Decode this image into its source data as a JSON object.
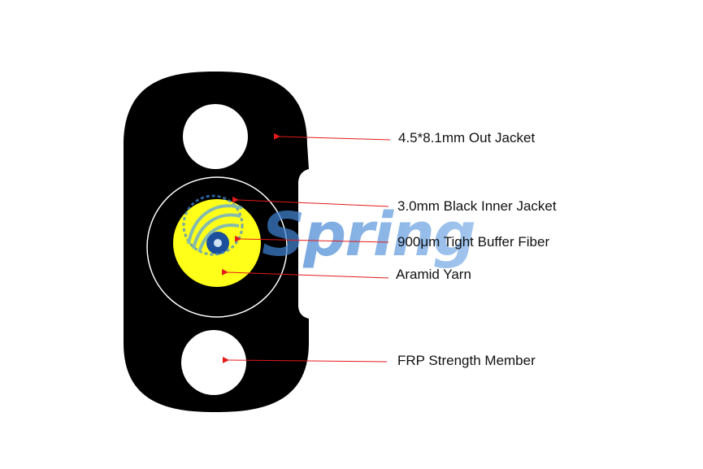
{
  "labels": {
    "out_jacket": "4.5*8.1mm Out Jacket",
    "inner_jacket": "3.0mm Black Inner Jacket",
    "tight_buffer": "900μm Tight Buffer Fiber",
    "aramid": "Aramid Yarn",
    "frp": "FRP Strength Member"
  },
  "watermark": {
    "text": "Spring"
  },
  "colors": {
    "jacket": "#000000",
    "aramid_yarn": "#ffff1a",
    "fiber_buffer": "#1c4f9c",
    "fiber_core": "#cfe3f5",
    "leader_line": "#e41a1a",
    "watermark": "#4d8fd9"
  }
}
